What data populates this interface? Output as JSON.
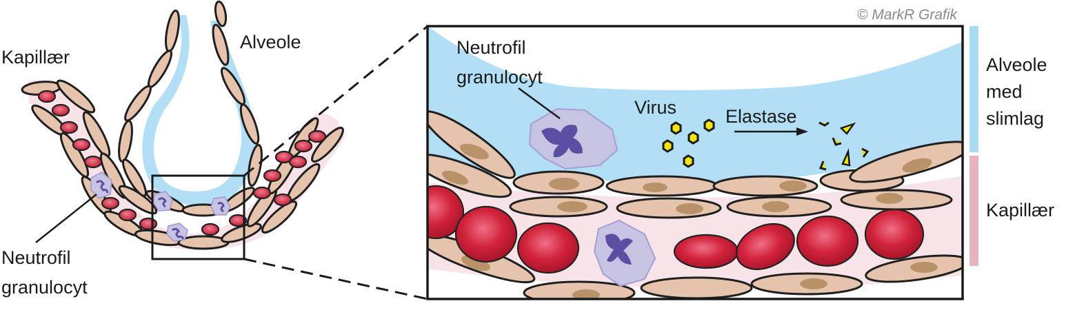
{
  "credit": "© MarkR Grafik",
  "labels": {
    "kapillaer_left": "Kapillær",
    "alveole_top": "Alveole",
    "neutrofil_left_line1": "Neutrofil",
    "neutrofil_left_line2": "granulocyt",
    "neutrofil_zoom_line1": "Neutrofil",
    "neutrofil_zoom_line2": "granulocyt",
    "virus": "Virus",
    "elastase": "Elastase",
    "legend_alveole_line1": "Alveole",
    "legend_alveole_line2": "med",
    "legend_alveole_line3": "slimlag",
    "legend_kapillaer": "Kapillær"
  },
  "colors": {
    "mucus_blue": "#b3dff6",
    "legend_blue": "#a9daf3",
    "capillary_pink": "#f8e4e8",
    "legend_pink": "#e7b3bd",
    "cell_tan": "#e6c3ad",
    "nucleus_brown": "#b08a5e",
    "rbc_red": "#d2233b",
    "neutrophil_fill": "#c7c3e2",
    "neutrophil_nucleus": "#5c4ea2",
    "virus_yellow": "#f6e313"
  }
}
